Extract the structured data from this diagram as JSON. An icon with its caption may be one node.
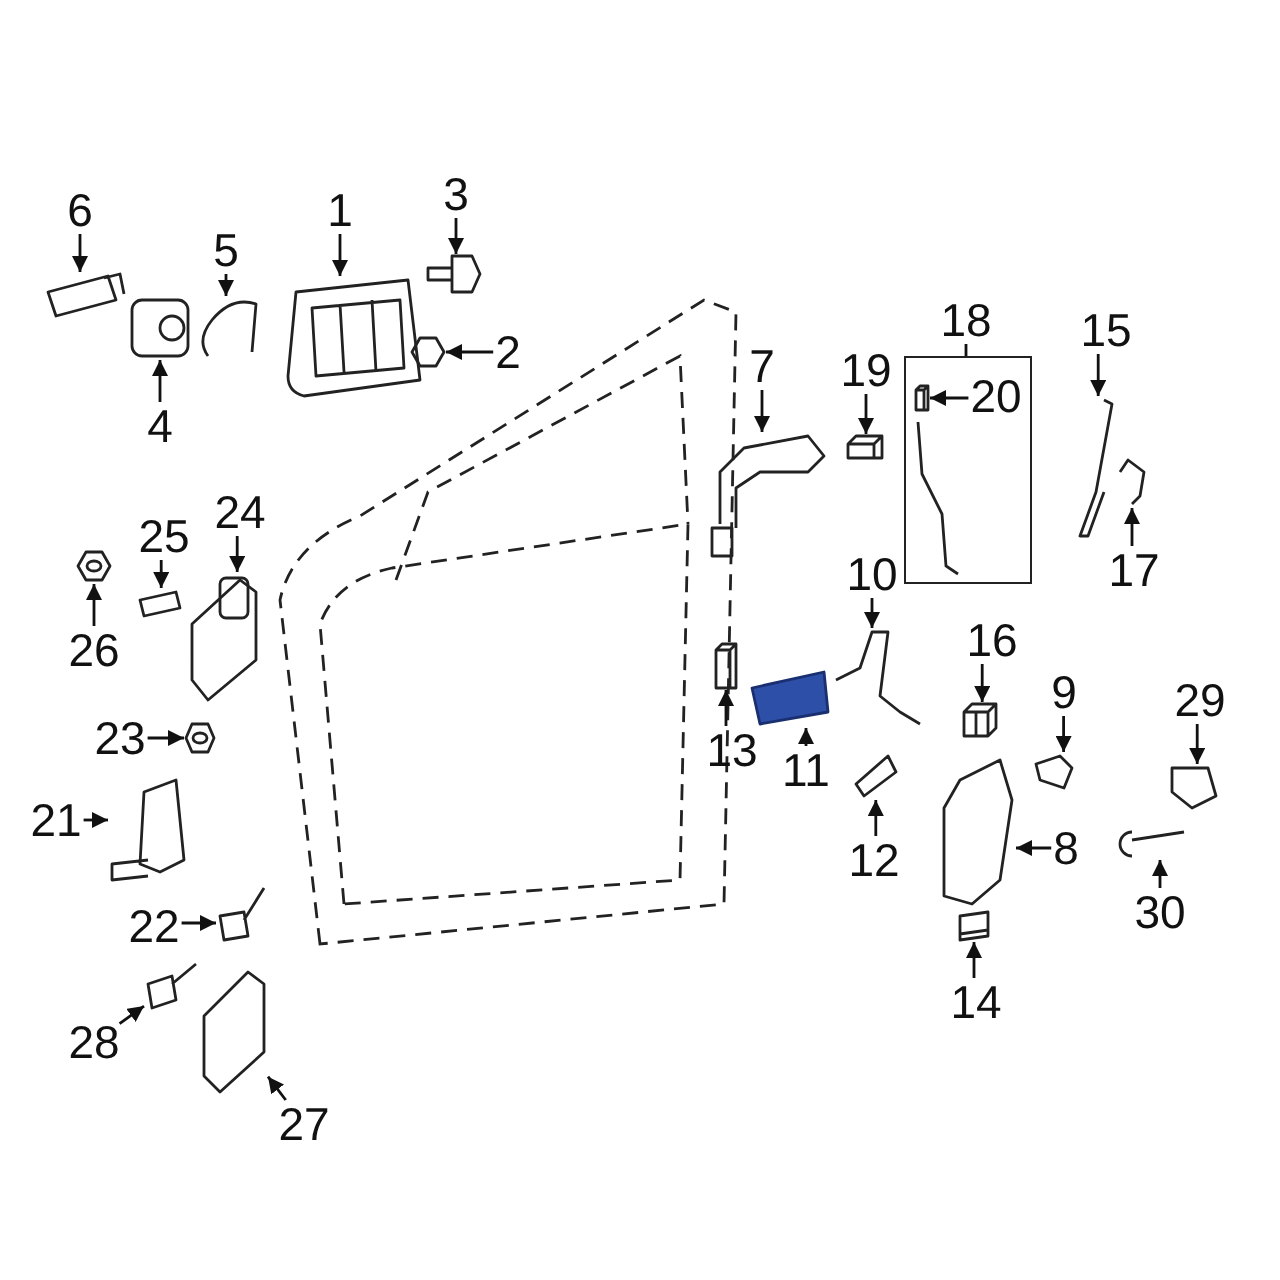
{
  "diagram": {
    "nodes": [
      {
        "text": [
          "6"
        ]
      },
      {
        "text": [
          "5"
        ]
      },
      {
        "text": [
          "1"
        ]
      },
      {
        "text": [
          "3"
        ]
      },
      {
        "text": [
          "2"
        ]
      },
      {
        "text": [
          "4"
        ]
      },
      {
        "text": [
          "7"
        ]
      },
      {
        "text": [
          "19"
        ]
      },
      {
        "text": [
          "18"
        ]
      },
      {
        "text": [],
        "shape": "box"
      },
      {
        "text": [
          "20"
        ],
        "in": 9
      },
      {
        "text": [
          "15"
        ]
      },
      {
        "text": [
          "24"
        ]
      },
      {
        "text": [
          "25"
        ]
      },
      {
        "text": [
          "26"
        ]
      },
      {
        "text": [
          "17"
        ]
      },
      {
        "text": [
          "10"
        ]
      },
      {
        "text": [
          "16"
        ]
      },
      {
        "text": [
          "9"
        ]
      },
      {
        "text": [
          "29"
        ]
      },
      {
        "text": [
          "13"
        ]
      },
      {
        "text": [
          "11"
        ]
      },
      {
        "text": [
          "23"
        ]
      },
      {
        "text": [
          "21"
        ]
      },
      {
        "text": [
          "12"
        ]
      },
      {
        "text": [
          "8"
        ]
      },
      {
        "text": [
          "30"
        ]
      },
      {
        "text": [
          "22"
        ]
      },
      {
        "text": [
          "14"
        ]
      },
      {
        "text": [
          "28"
        ]
      },
      {
        "text": [
          "27"
        ]
      },
      {
        "text": [],
        "shape": "picture"
      },
      {
        "text": [],
        "shape": "picture"
      },
      {
        "text": [],
        "shape": "picture"
      },
      {
        "text": [],
        "shape": "picture"
      },
      {
        "text": [],
        "shape": "picture"
      },
      {
        "text": [],
        "shape": "picture"
      },
      {
        "text": [],
        "shape": "picture"
      },
      {
        "text": [],
        "shape": "picture"
      },
      {
        "text": [],
        "shape": "picture",
        "in": 9
      },
      {
        "text": [],
        "shape": "picture"
      },
      {
        "text": [],
        "shape": "picture"
      },
      {
        "text": [],
        "shape": "picture"
      },
      {
        "text": [],
        "shape": "picture"
      },
      {
        "text": [],
        "shape": "picture"
      },
      {
        "text": [],
        "shape": "picture"
      },
      {
        "text": [],
        "shape": "picture"
      },
      {
        "text": [],
        "shape": "picture"
      },
      {
        "text": [],
        "shape": "picture"
      },
      {
        "text": [],
        "shape": "picture"
      },
      {
        "text": [],
        "shape": "picture"
      },
      {
        "text": [],
        "shape": "picture"
      },
      {
        "text": [],
        "shape": "picture"
      },
      {
        "text": [],
        "shape": "picture"
      },
      {
        "text": [],
        "shape": "picture"
      },
      {
        "text": [],
        "shape": "picture"
      },
      {
        "text": [],
        "shape": "picture"
      },
      {
        "text": [],
        "shape": "picture"
      },
      {
        "text": [],
        "shape": "picture"
      },
      {
        "text": [],
        "shape": "picture"
      }
    ],
    "edges": [
      {
        "from": 0,
        "to": 31,
        "arrow": "to"
      },
      {
        "from": 1,
        "to": 32,
        "arrow": "to"
      },
      {
        "from": 2,
        "to": 33,
        "arrow": "to"
      },
      {
        "from": 3,
        "to": 34,
        "arrow": "to"
      },
      {
        "from": 4,
        "to": 35,
        "arrow": "to"
      },
      {
        "from": 5,
        "to": 36,
        "arrow": "to"
      },
      {
        "from": 6,
        "to": 37,
        "arrow": "to"
      },
      {
        "from": 7,
        "to": 38,
        "arrow": "to"
      },
      {
        "from": 8,
        "to": 9,
        "arrow": "none"
      },
      {
        "from": 10,
        "to": 39,
        "arrow": "to"
      },
      {
        "from": 11,
        "to": 40,
        "arrow": "to"
      },
      {
        "from": 12,
        "to": 41,
        "arrow": "to"
      },
      {
        "from": 13,
        "to": 42,
        "arrow": "to"
      },
      {
        "from": 14,
        "to": 43,
        "arrow": "to"
      },
      {
        "from": 15,
        "to": 44,
        "arrow": "to"
      },
      {
        "from": 16,
        "to": 45,
        "arrow": "to"
      },
      {
        "from": 17,
        "to": 46,
        "arrow": "to"
      },
      {
        "from": 18,
        "to": 47,
        "arrow": "to"
      },
      {
        "from": 19,
        "to": 48,
        "arrow": "to"
      },
      {
        "from": 20,
        "to": 49,
        "arrow": "to"
      },
      {
        "from": 21,
        "to": 50,
        "arrow": "to"
      },
      {
        "from": 22,
        "to": 51,
        "arrow": "to"
      },
      {
        "from": 23,
        "to": 52,
        "arrow": "to"
      },
      {
        "from": 24,
        "to": 53,
        "arrow": "to"
      },
      {
        "from": 25,
        "to": 54,
        "arrow": "to"
      },
      {
        "from": 26,
        "to": 55,
        "arrow": "to"
      },
      {
        "from": 27,
        "to": 56,
        "arrow": "to"
      },
      {
        "from": 28,
        "to": 57,
        "arrow": "to"
      },
      {
        "from": 29,
        "to": 58,
        "arrow": "to"
      },
      {
        "from": 30,
        "to": 59,
        "arrow": "to"
      }
    ]
  }
}
